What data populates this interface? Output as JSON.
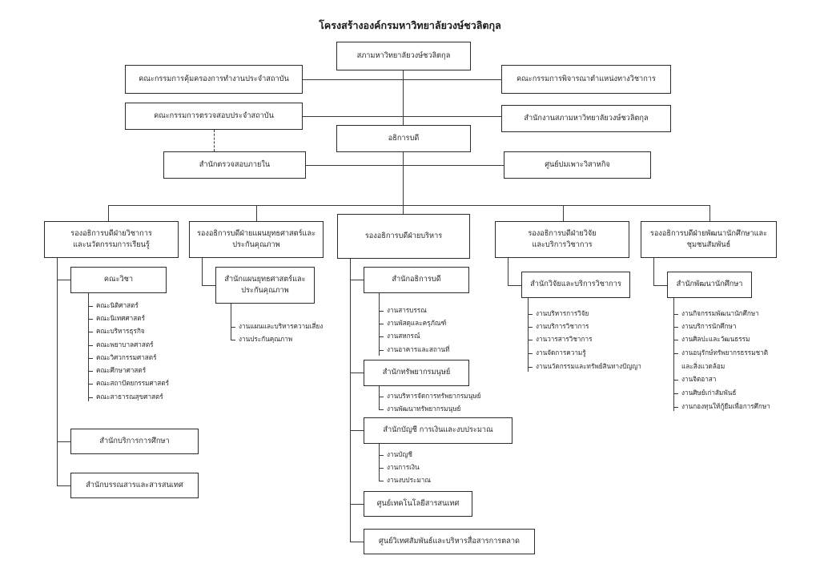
{
  "title": "โครงสร้างองค์กรมหาวิทยาลัยวงษ์ชวลิตกุล",
  "nodes": {
    "council": "สภามหาวิทยาลัยวงษ์ชวลิตกุล",
    "protection_committee": "คณะกรรมการคุ้มครองการทำงานประจำสถาบัน",
    "academic_position_committee": "คณะกรรมการพิจารณาตำแหน่งทางวิชาการ",
    "audit_committee": "คณะกรรมการตรวจสอบประจำสถาบัน",
    "council_office": "สำนักงานสภามหาวิทยาลัยวงษ์ชวลิตกุล",
    "president": "อธิการบดี",
    "internal_audit_office": "สำนักตรวจสอบภายใน",
    "incubation_center": "ศูนย์บ่มเพาะวิสาหกิจ"
  },
  "columns": [
    {
      "id": "academic",
      "head": [
        "รองอธิการบดีฝ่ายวิชาการ",
        "และนวัตกรรมการเรียนรู้"
      ],
      "units": [
        {
          "name": [
            "คณะวิชา"
          ],
          "items": [
            "คณะนิติศาสตร์",
            "คณะนิเทศศาสตร์",
            "คณะบริหารธุรกิจ",
            "คณะพยาบาลศาสตร์",
            "คณะวิศวกรรมศาสตร์",
            "คณะศึกษาศาสตร์",
            "คณะสถาปัตยกรรมศาสตร์",
            "คณะสาธารณสุขศาสตร์"
          ]
        },
        {
          "name": [
            "สำนักบริการการศึกษา"
          ],
          "items": []
        },
        {
          "name": [
            "สำนักบรรณสารและสารสนเทศ"
          ],
          "items": []
        }
      ]
    },
    {
      "id": "strategy",
      "head": [
        "รองอธิการบดีฝ่ายแผนยุทธศาสตร์และ",
        "ประกันคุณภาพ"
      ],
      "units": [
        {
          "name": [
            "สำนักแผนยุทธศาสตร์และ",
            "ประกันคุณภาพ"
          ],
          "items": [
            "งานแผนและบริหารความเสี่ยง",
            "งานประกันคุณภาพ"
          ]
        }
      ]
    },
    {
      "id": "administration",
      "head": [
        "รองอธิการบดีฝ่ายบริหาร"
      ],
      "units": [
        {
          "name": [
            "สำนักอธิการบดี"
          ],
          "items": [
            "งานสารบรรณ",
            "งานพัสดุและครุภัณฑ์",
            "งานสหกรณ์",
            "งานอาคารและสถานที่"
          ]
        },
        {
          "name": [
            "สำนักทรัพยากรมนุษย์"
          ],
          "items": [
            "งานบริหารจัดการทรัพยากรมนุษย์",
            "งานพัฒนาทรัพยากรมนุษย์"
          ]
        },
        {
          "name": [
            "สำนักบัญชี การเงินและงบประมาณ"
          ],
          "items": [
            "งานบัญชี",
            "งานการเงิน",
            "งานงบประมาณ"
          ]
        },
        {
          "name": [
            "ศูนย์เทคโนโลยีสารสนเทศ"
          ],
          "items": []
        },
        {
          "name": [
            "ศูนย์วิเทศสัมพันธ์และบริหารสื่อสารการตลาด"
          ],
          "items": []
        }
      ]
    },
    {
      "id": "research",
      "head": [
        "รองอธิการบดีฝ่ายวิจัย",
        "และบริการวิชาการ"
      ],
      "units": [
        {
          "name": [
            "สำนักวิจัยและบริการวิชาการ"
          ],
          "items": [
            "งานบริหารการวิจัย",
            "งานบริการวิชาการ",
            "งานวารสารวิชาการ",
            "งานจัดการความรู้",
            "งานนวัตกรรมและทรัพย์สินทางปัญญา"
          ]
        }
      ]
    },
    {
      "id": "student",
      "head": [
        "รองอธิการบดีฝ่ายพัฒนานักศึกษาและ",
        "ชุมชนสัมพันธ์"
      ],
      "units": [
        {
          "name": [
            "สำนักพัฒนานักศึกษา"
          ],
          "items": [
            "งานกิจกรรมพัฒนานักศึกษา",
            "งานบริการนักศึกษา",
            "งานศิลปะและวัฒนธรรม",
            "งานอนุรักษ์ทรัพยากรธรรมชาติ",
            "และสิ่งแวดล้อม",
            "งานจิตอาสา",
            "งานศิษย์เก่าสัมพันธ์",
            "งานกองทุนให้กู้ยืมเพื่อการศึกษา"
          ]
        }
      ]
    }
  ],
  "colors": {
    "line": "#3a3a3a",
    "border": "#2c2c2c",
    "text": "#2a2a2a",
    "background": "#ffffff"
  }
}
